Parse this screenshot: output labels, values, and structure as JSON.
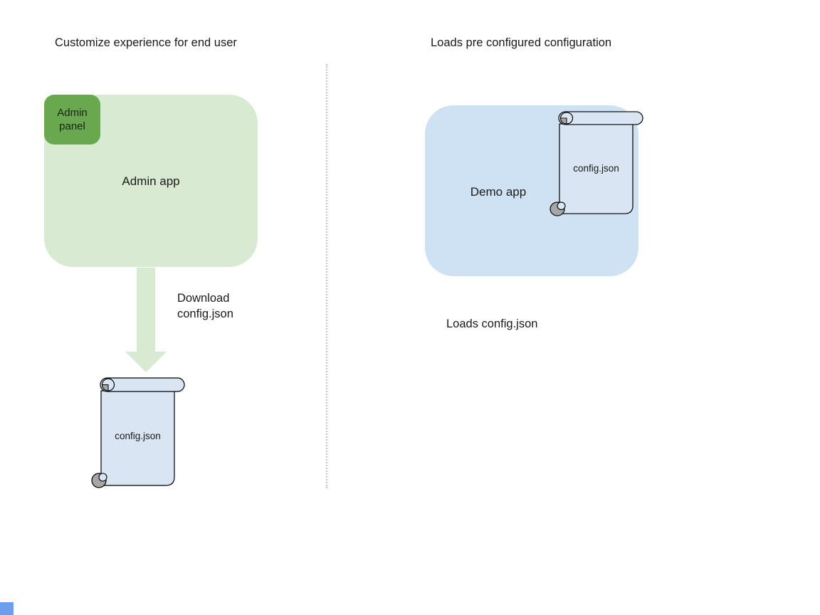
{
  "diagram": {
    "left": {
      "title": "Customize experience for end user",
      "admin_app_label": "Admin app",
      "admin_panel_label": "Admin panel",
      "arrow_caption": "Download config.json",
      "scroll_label": "config.json"
    },
    "right": {
      "title": "Loads pre configured configuration",
      "demo_app_label": "Demo app",
      "scroll_label": "config.json",
      "caption": "Loads config.json"
    },
    "colors": {
      "admin_app_fill": "#d9ead3",
      "admin_panel_fill": "#6aa84f",
      "arrow_fill": "#d9ead3",
      "demo_app_fill": "#cfe2f3",
      "scroll_fill": "#d9e5f3",
      "scroll_stroke": "#000000",
      "scroll_curl_gray": "#a6a6a6",
      "divider_dotted": "#c2c2c2",
      "corner_square_blue": "#6d9eeb",
      "text": "#1a1a1a"
    }
  }
}
